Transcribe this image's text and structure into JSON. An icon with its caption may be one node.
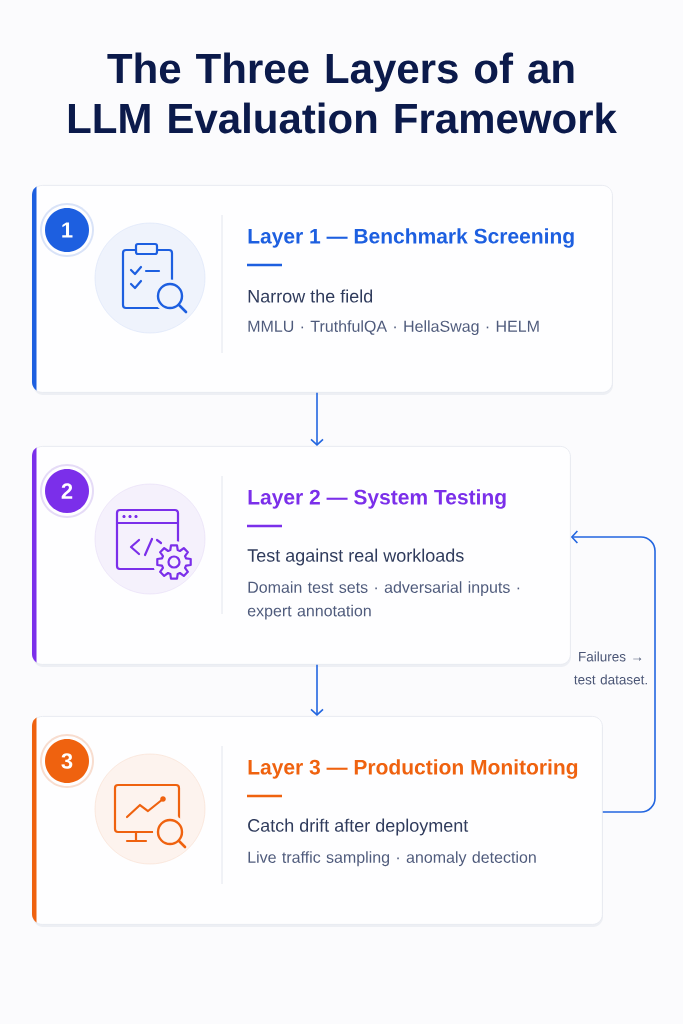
{
  "diagram": {
    "title": "The Three Layers of an LLM Evaluation Framework",
    "nodes": [
      {
        "text": [
          "Layer 1 — Benchmark Screening",
          "Narrow the field",
          "MMLU · TruthfulQA · HellaSwag · HELM"
        ]
      },
      {
        "text": [
          "1"
        ],
        "in": 0
      },
      {
        "text": [
          "Layer 2 — System Testing",
          "Test against real workloads",
          "Domain test sets · adversarial inputs · expert annotation"
        ]
      },
      {
        "text": [
          "2"
        ],
        "in": 2
      },
      {
        "text": [
          "Layer 3 — Production Monitoring",
          "Catch drift after deployment",
          "Live traffic sampling · anomaly detection"
        ]
      },
      {
        "text": [
          "3"
        ],
        "in": 4
      }
    ],
    "edges": [
      {
        "from": 0,
        "to": 2,
        "arrow": "to"
      },
      {
        "from": 2,
        "to": 4,
        "arrow": "to"
      },
      {
        "from": 4,
        "to": 2,
        "arrow": "to",
        "label": "Failures → test dataset."
      }
    ]
  }
}
